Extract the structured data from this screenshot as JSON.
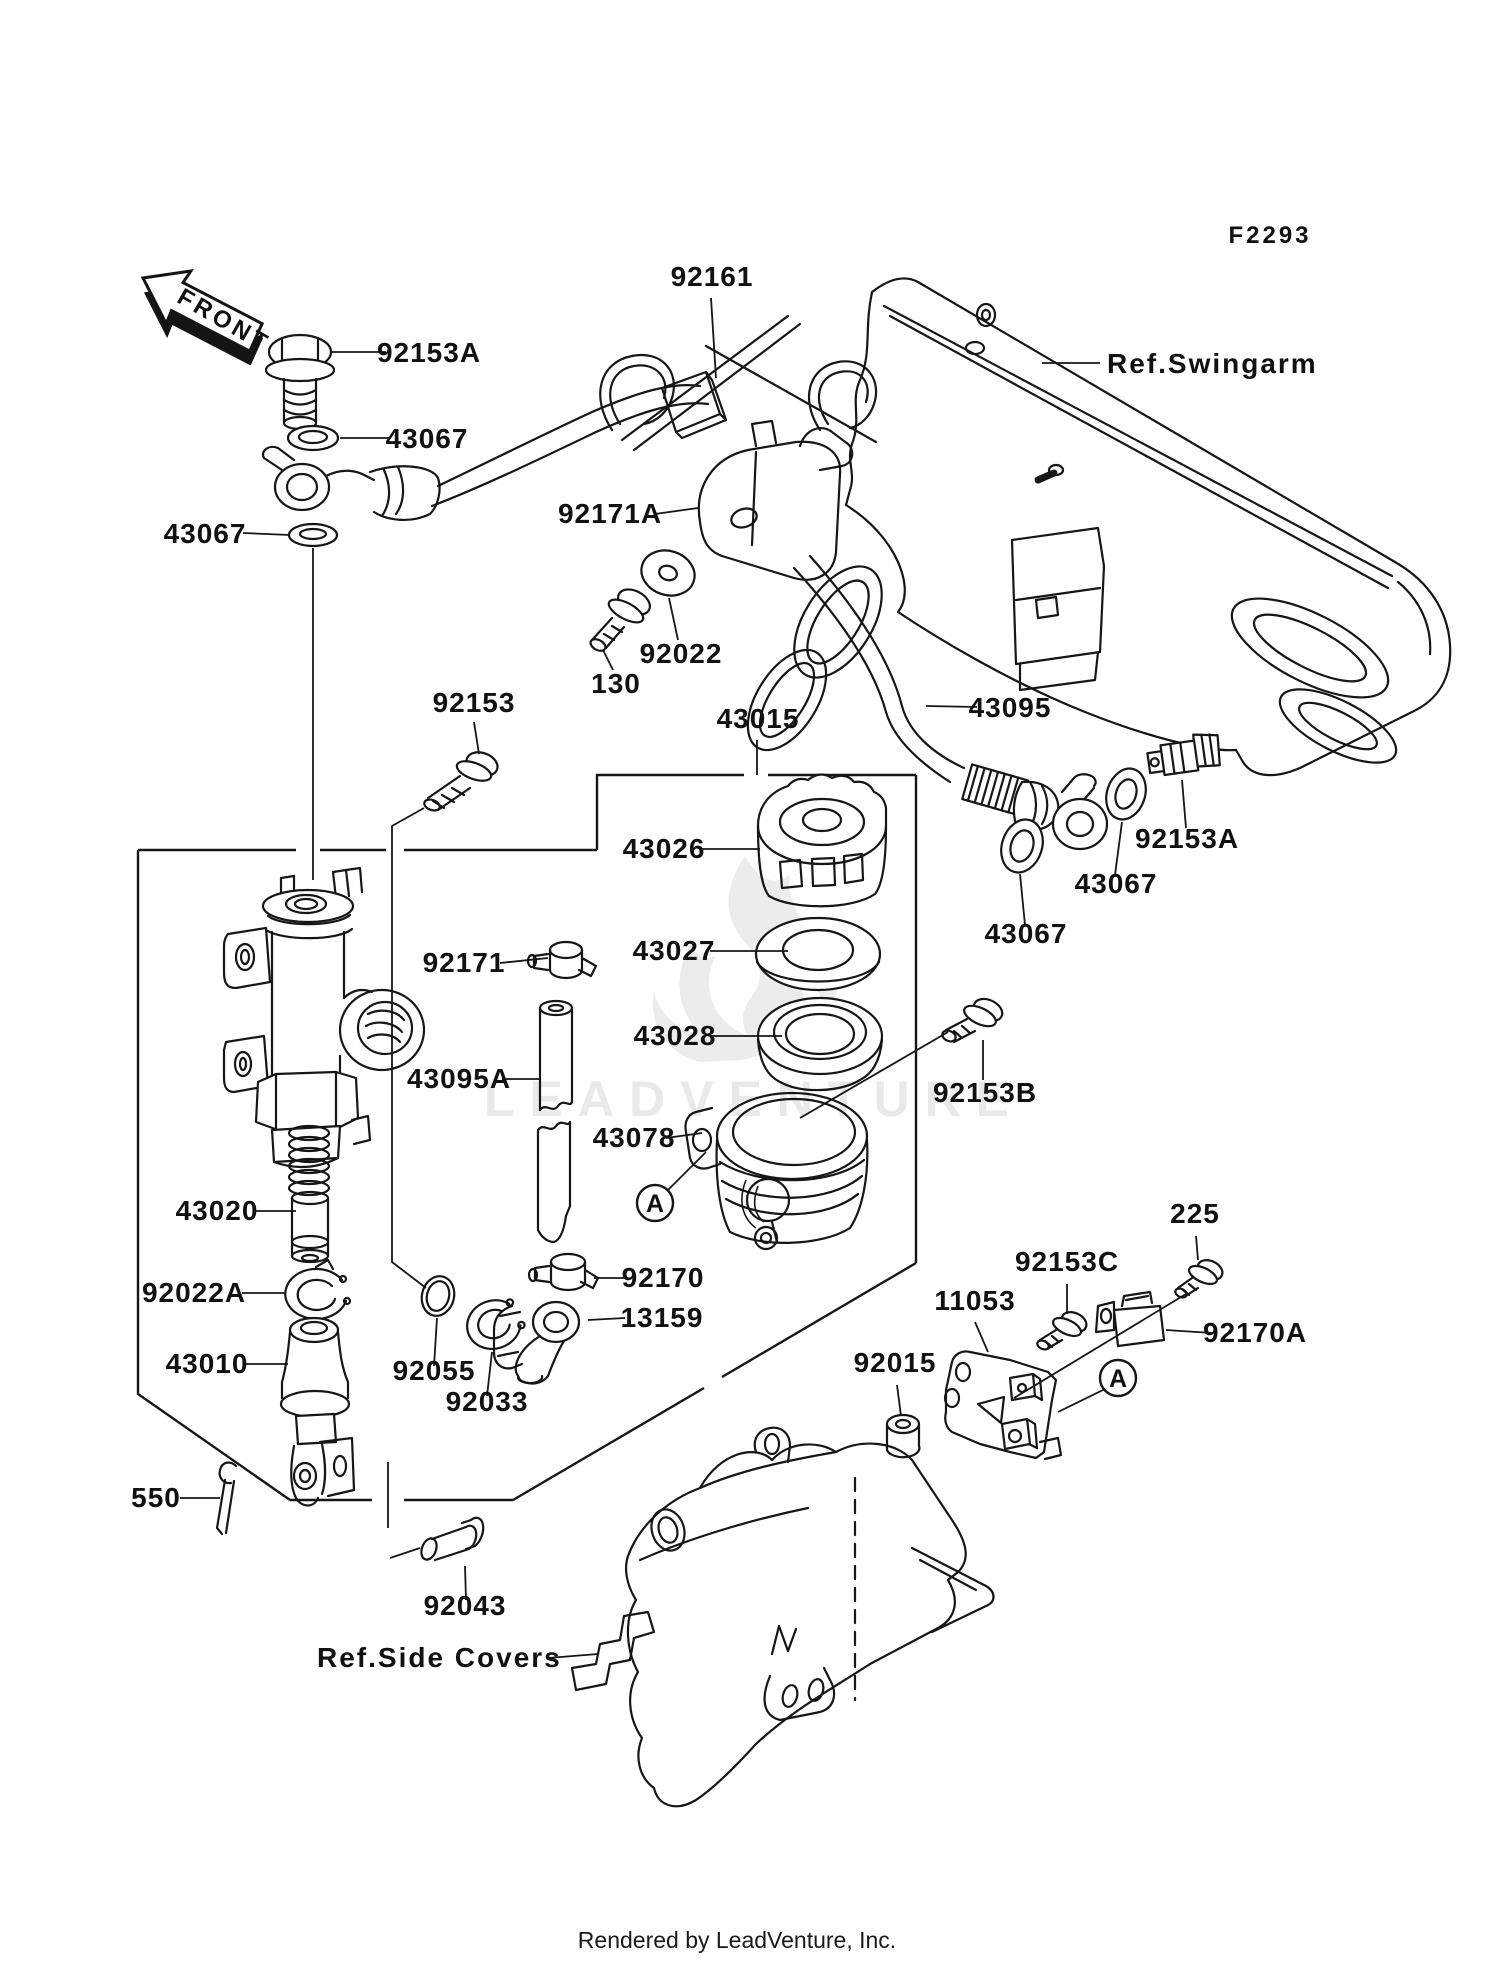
{
  "diagram": {
    "code": "F2293",
    "orientation_arrow": "FRONT",
    "ref_swingarm": "Ref.Swingarm",
    "ref_side_covers": "Ref.Side Covers",
    "detail_marker": "A",
    "watermark": "LEADVENTURE",
    "footer": "Rendered by LeadVenture, Inc.",
    "callouts": [
      {
        "part": "92153A"
      },
      {
        "part": "43067"
      },
      {
        "part": "43067"
      },
      {
        "part": "92161"
      },
      {
        "part": "92171A"
      },
      {
        "part": "92022"
      },
      {
        "part": "130"
      },
      {
        "part": "92153"
      },
      {
        "part": "43015"
      },
      {
        "part": "43026"
      },
      {
        "part": "43027"
      },
      {
        "part": "92171"
      },
      {
        "part": "43028"
      },
      {
        "part": "43095A"
      },
      {
        "part": "43078"
      },
      {
        "part": "92153B"
      },
      {
        "part": "43095"
      },
      {
        "part": "92153A"
      },
      {
        "part": "43067"
      },
      {
        "part": "43067"
      },
      {
        "part": "43020"
      },
      {
        "part": "92022A"
      },
      {
        "part": "43010"
      },
      {
        "part": "550"
      },
      {
        "part": "92055"
      },
      {
        "part": "92033"
      },
      {
        "part": "92170"
      },
      {
        "part": "13159"
      },
      {
        "part": "92043"
      },
      {
        "part": "92015"
      },
      {
        "part": "11053"
      },
      {
        "part": "92153C"
      },
      {
        "part": "225"
      },
      {
        "part": "92170A"
      }
    ]
  }
}
